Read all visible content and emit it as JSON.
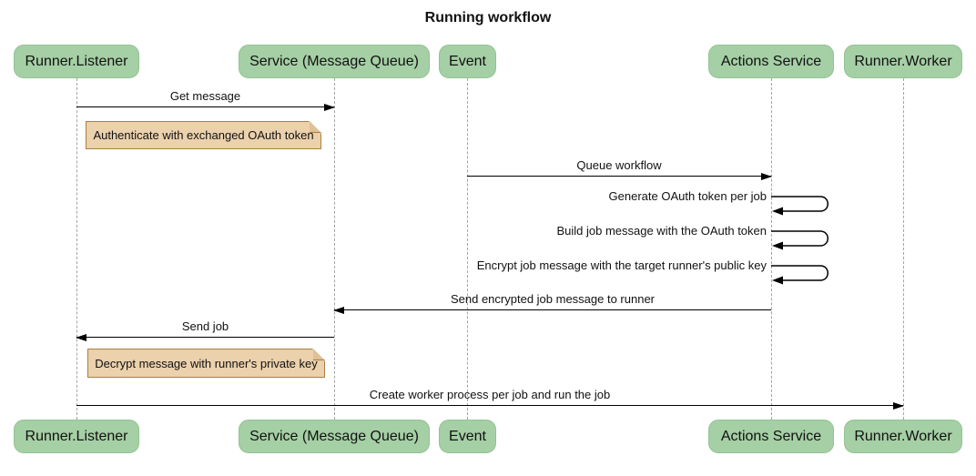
{
  "title": "Running workflow",
  "actors": [
    {
      "label": "Runner.Listener"
    },
    {
      "label": "Service (Message Queue)"
    },
    {
      "label": "Event"
    },
    {
      "label": "Actions Service"
    },
    {
      "label": "Runner.Worker"
    }
  ],
  "messages": [
    {
      "text": "Get message",
      "from": "Runner.Listener",
      "to": "Service (Message Queue)",
      "kind": "solid-arrow"
    },
    {
      "text": "Queue workflow",
      "from": "Event",
      "to": "Actions Service",
      "kind": "solid-arrow"
    },
    {
      "text": "Generate OAuth token per job",
      "from": "Actions Service",
      "to": "Actions Service",
      "kind": "self-loop"
    },
    {
      "text": "Build job message with the OAuth token",
      "from": "Actions Service",
      "to": "Actions Service",
      "kind": "self-loop"
    },
    {
      "text": "Encrypt job message with the target runner's public key",
      "from": "Actions Service",
      "to": "Actions Service",
      "kind": "self-loop"
    },
    {
      "text": "Send encrypted job message to runner",
      "from": "Actions Service",
      "to": "Service (Message Queue)",
      "kind": "solid-arrow"
    },
    {
      "text": "Send job",
      "from": "Service (Message Queue)",
      "to": "Runner.Listener",
      "kind": "solid-arrow"
    },
    {
      "text": "Create worker process per job and run the job",
      "from": "Runner.Listener",
      "to": "Runner.Worker",
      "kind": "solid-arrow"
    }
  ],
  "notes": [
    {
      "text": "Authenticate with exchanged OAuth token",
      "anchor": "Runner.Listener"
    },
    {
      "text": "Decrypt message with runner's private key",
      "anchor": "Runner.Listener"
    }
  ],
  "colors": {
    "actor_fill": "#a5cfa5",
    "note_fill": "#ebd1ac",
    "note_border": "#a97f45",
    "lifeline": "#a3a3a3",
    "arrow": "#000000",
    "text": "#111111",
    "background": "#ffffff"
  }
}
